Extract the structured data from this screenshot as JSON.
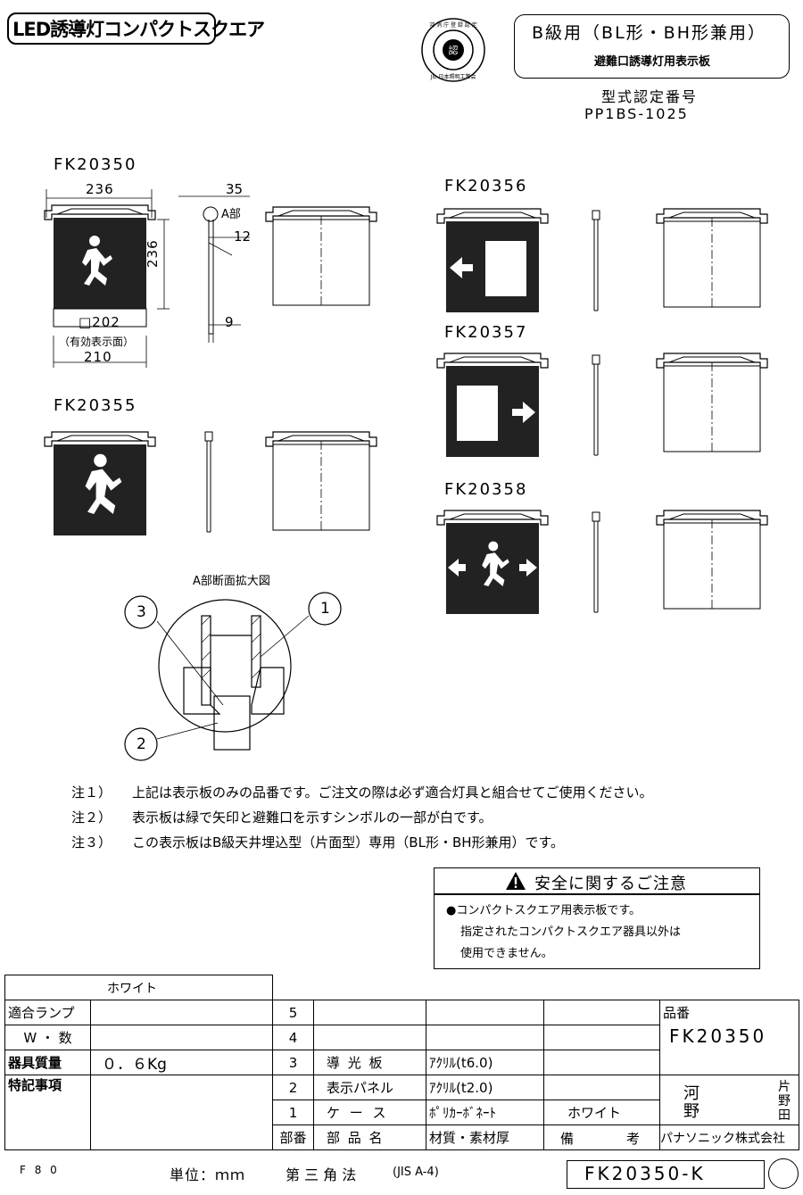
{
  "header": {
    "title": "LED誘導灯コンパクトスクエア",
    "class_main": "B級用（BL形・BH形兼用）",
    "class_sub": "避難口誘導灯用表示板",
    "cert_label": "型式認定番号",
    "cert_no": "PP1BS-1025"
  },
  "models": {
    "m1": "FK20350",
    "m2": "FK20355",
    "m3": "FK20356",
    "m4": "FK20357",
    "m5": "FK20358"
  },
  "dims": {
    "w236": "236",
    "d35": "35",
    "a_part": "A部",
    "d12": "12",
    "h236": "236",
    "sq202": "□202",
    "eff": "（有効表示面）",
    "w210": "210",
    "d9": "9"
  },
  "detail": {
    "title": "A部断面拡大図",
    "c1": "1",
    "c2": "2",
    "c3": "3"
  },
  "notes": [
    {
      "n": "注１）",
      "t": "上記は表示板のみの品番です。ご注文の際は必ず適合灯具と組合せてご使用ください。"
    },
    {
      "n": "注２）",
      "t": "表示板は緑で矢印と避難口を示すシンボルの一部が白です。"
    },
    {
      "n": "注３）",
      "t": "この表示板はB級天井埋込型（片面型）専用（BL形・BH形兼用）です。"
    }
  ],
  "caution": {
    "title": "安全に関するご注意",
    "l1": "●コンパクトスクエア用表示板です。",
    "l2": "指定されたコンパクトスクエア器具以外は",
    "l3": "使用できません。"
  },
  "table": {
    "color": "ホワイト",
    "lamp_label": "適合ランプ",
    "w_label": "W ・ 数",
    "mass_label": "器具質量",
    "mass_value": "０．６Kg",
    "special_label": "特記事項",
    "n5": "5",
    "n4": "4",
    "n3": "3",
    "n2": "2",
    "n1": "1",
    "p3_name": "導 光 板",
    "p3_mat": "ｱｸﾘﾙ(t6.0)",
    "p2_name": "表示パネル",
    "p2_mat": "ｱｸﾘﾙ(t2.0)",
    "p1_name": "ケ ー ス",
    "p1_mat": "ﾎﾟﾘｶｰﾎﾞﾈｰﾄ",
    "p1_note": "ホワイト",
    "h_no": "部番",
    "h_name": "部 品 名",
    "h_mat": "材質・素材厚",
    "h_note1": "備",
    "h_note2": "考",
    "part_label": "品番",
    "part_no": "FK20350",
    "s1": "河",
    "s2": "野",
    "s3": "片",
    "s4": "野",
    "s5": "田",
    "company": "パナソニック株式会社"
  },
  "footer": {
    "code": "F 8 0",
    "unit": "単位：ｍｍ",
    "proj": "第 三 角 法",
    "std": "(JIS A-4)",
    "drawing_no": "FK20350-K"
  }
}
